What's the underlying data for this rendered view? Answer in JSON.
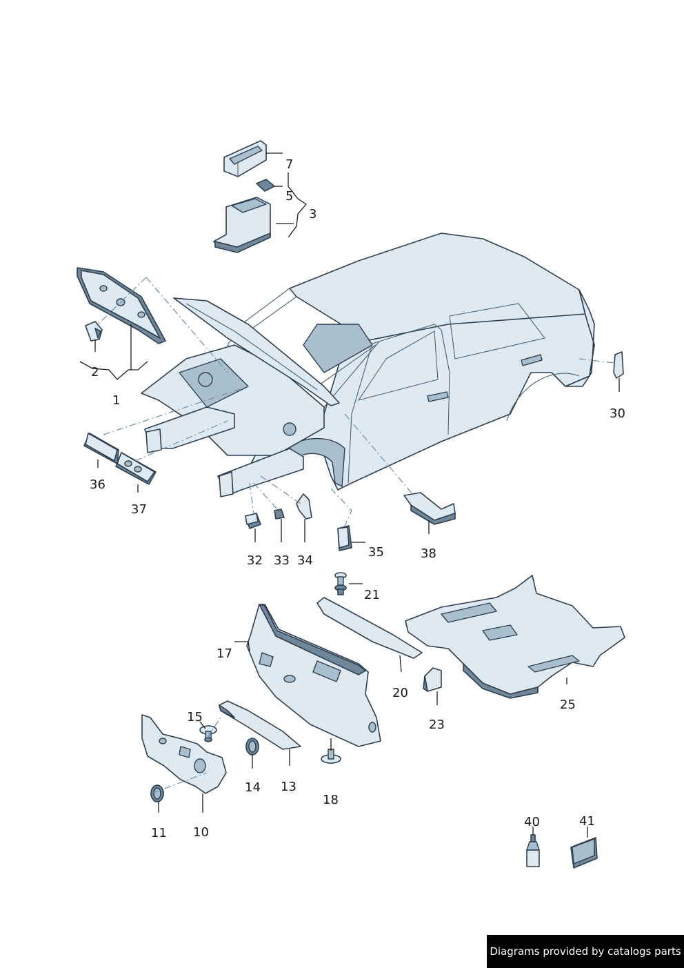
{
  "callouts": [
    "1",
    "2",
    "3",
    "5",
    "7",
    "10",
    "11",
    "13",
    "14",
    "15",
    "17",
    "18",
    "20",
    "21",
    "23",
    "25",
    "30",
    "32",
    "33",
    "34",
    "35",
    "36",
    "37",
    "38",
    "40",
    "41"
  ],
  "footer": {
    "text": "Diagrams provided by catalogs parts"
  },
  "colors": {
    "part_fill": "#dfe9f1",
    "outline": "#2c3e4f",
    "shadow": "#6f8799",
    "footer_bg": "#000000"
  }
}
